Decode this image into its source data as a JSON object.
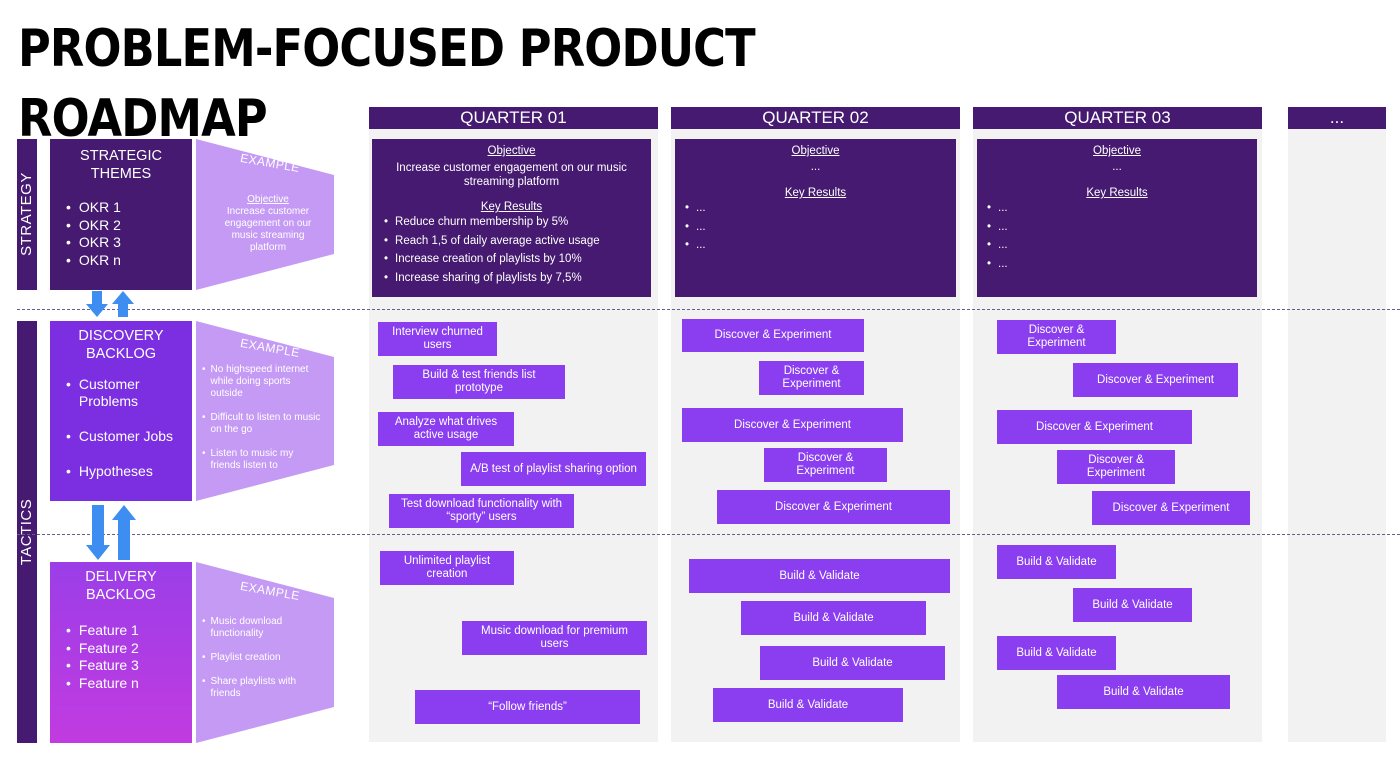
{
  "title": "PROBLEM-FOCUSED PRODUCT ROADMAP",
  "quarters": [
    "QUARTER 01",
    "QUARTER 02",
    "QUARTER 03",
    "..."
  ],
  "side_labels": {
    "strategy": "STRATEGY",
    "tactics": "TACTICS"
  },
  "strategic": {
    "heading": "STRATEGIC THEMES",
    "items": [
      "OKR 1",
      "OKR 2",
      "OKR 3",
      "OKR n"
    ],
    "example_label": "EXAMPLE",
    "example_title": "Objective",
    "example_text": "Increase customer engagement on our music streaming platform"
  },
  "discovery": {
    "heading": "DISCOVERY BACKLOG",
    "items": [
      "Customer Problems",
      "Customer Jobs",
      "Hypotheses"
    ],
    "example_label": "EXAMPLE",
    "example_items": [
      "No highspeed internet while doing sports outside",
      "Difficult to listen to music on the go",
      "Listen to music my friends listen to"
    ]
  },
  "delivery": {
    "heading": "DELIVERY BACKLOG",
    "items": [
      "Feature 1",
      "Feature 2",
      "Feature 3",
      "Feature n"
    ],
    "example_label": "EXAMPLE",
    "example_items": [
      "Music download functionality",
      "Playlist creation",
      "Share playlists with friends"
    ]
  },
  "okrs": {
    "q1": {
      "objective_label": "Objective",
      "objective": "Increase customer engagement on our music streaming platform",
      "kr_label": "Key Results",
      "krs": [
        "Reduce churn membership by 5%",
        "Reach 1,5 of daily average active usage",
        "Increase creation of playlists by 10%",
        "Increase sharing of playlists by 7,5%"
      ]
    },
    "q2": {
      "objective_label": "Objective",
      "objective": "...",
      "kr_label": "Key Results",
      "krs": [
        "...",
        "...",
        "..."
      ]
    },
    "q3": {
      "objective_label": "Objective",
      "objective": "...",
      "kr_label": "Key Results",
      "krs": [
        "...",
        "...",
        "...",
        "..."
      ]
    }
  },
  "discovery_items": {
    "q1": [
      "Interview churned users",
      "Build & test friends list prototype",
      "Analyze what drives active usage",
      "A/B test of playlist sharing option",
      "Test download functionality with “sporty” users"
    ],
    "q2": [
      "Discover & Experiment",
      "Discover & Experiment",
      "Discover & Experiment",
      "Discover & Experiment",
      "Discover & Experiment"
    ],
    "q3": [
      "Discover & Experiment",
      "Discover & Experiment",
      "Discover & Experiment",
      "Discover & Experiment",
      "Discover & Experiment"
    ]
  },
  "delivery_items": {
    "q1": [
      "Unlimited playlist creation",
      "Music download for premium users",
      "“Follow friends”"
    ],
    "q2": [
      "Build & Validate",
      "Build & Validate",
      "Build & Validate",
      "Build & Validate"
    ],
    "q3": [
      "Build & Validate",
      "Build & Validate",
      "Build & Validate",
      "Build & Validate"
    ]
  },
  "colors": {
    "dark_purple": "#451a70",
    "mid_purple": "#7b2fe0",
    "activity_purple": "#8a3ef0",
    "light_purple": "#c49af5",
    "magenta": "#b43ee6",
    "arrow_blue": "#3d8ef0",
    "column_bg": "#f2f2f2"
  }
}
